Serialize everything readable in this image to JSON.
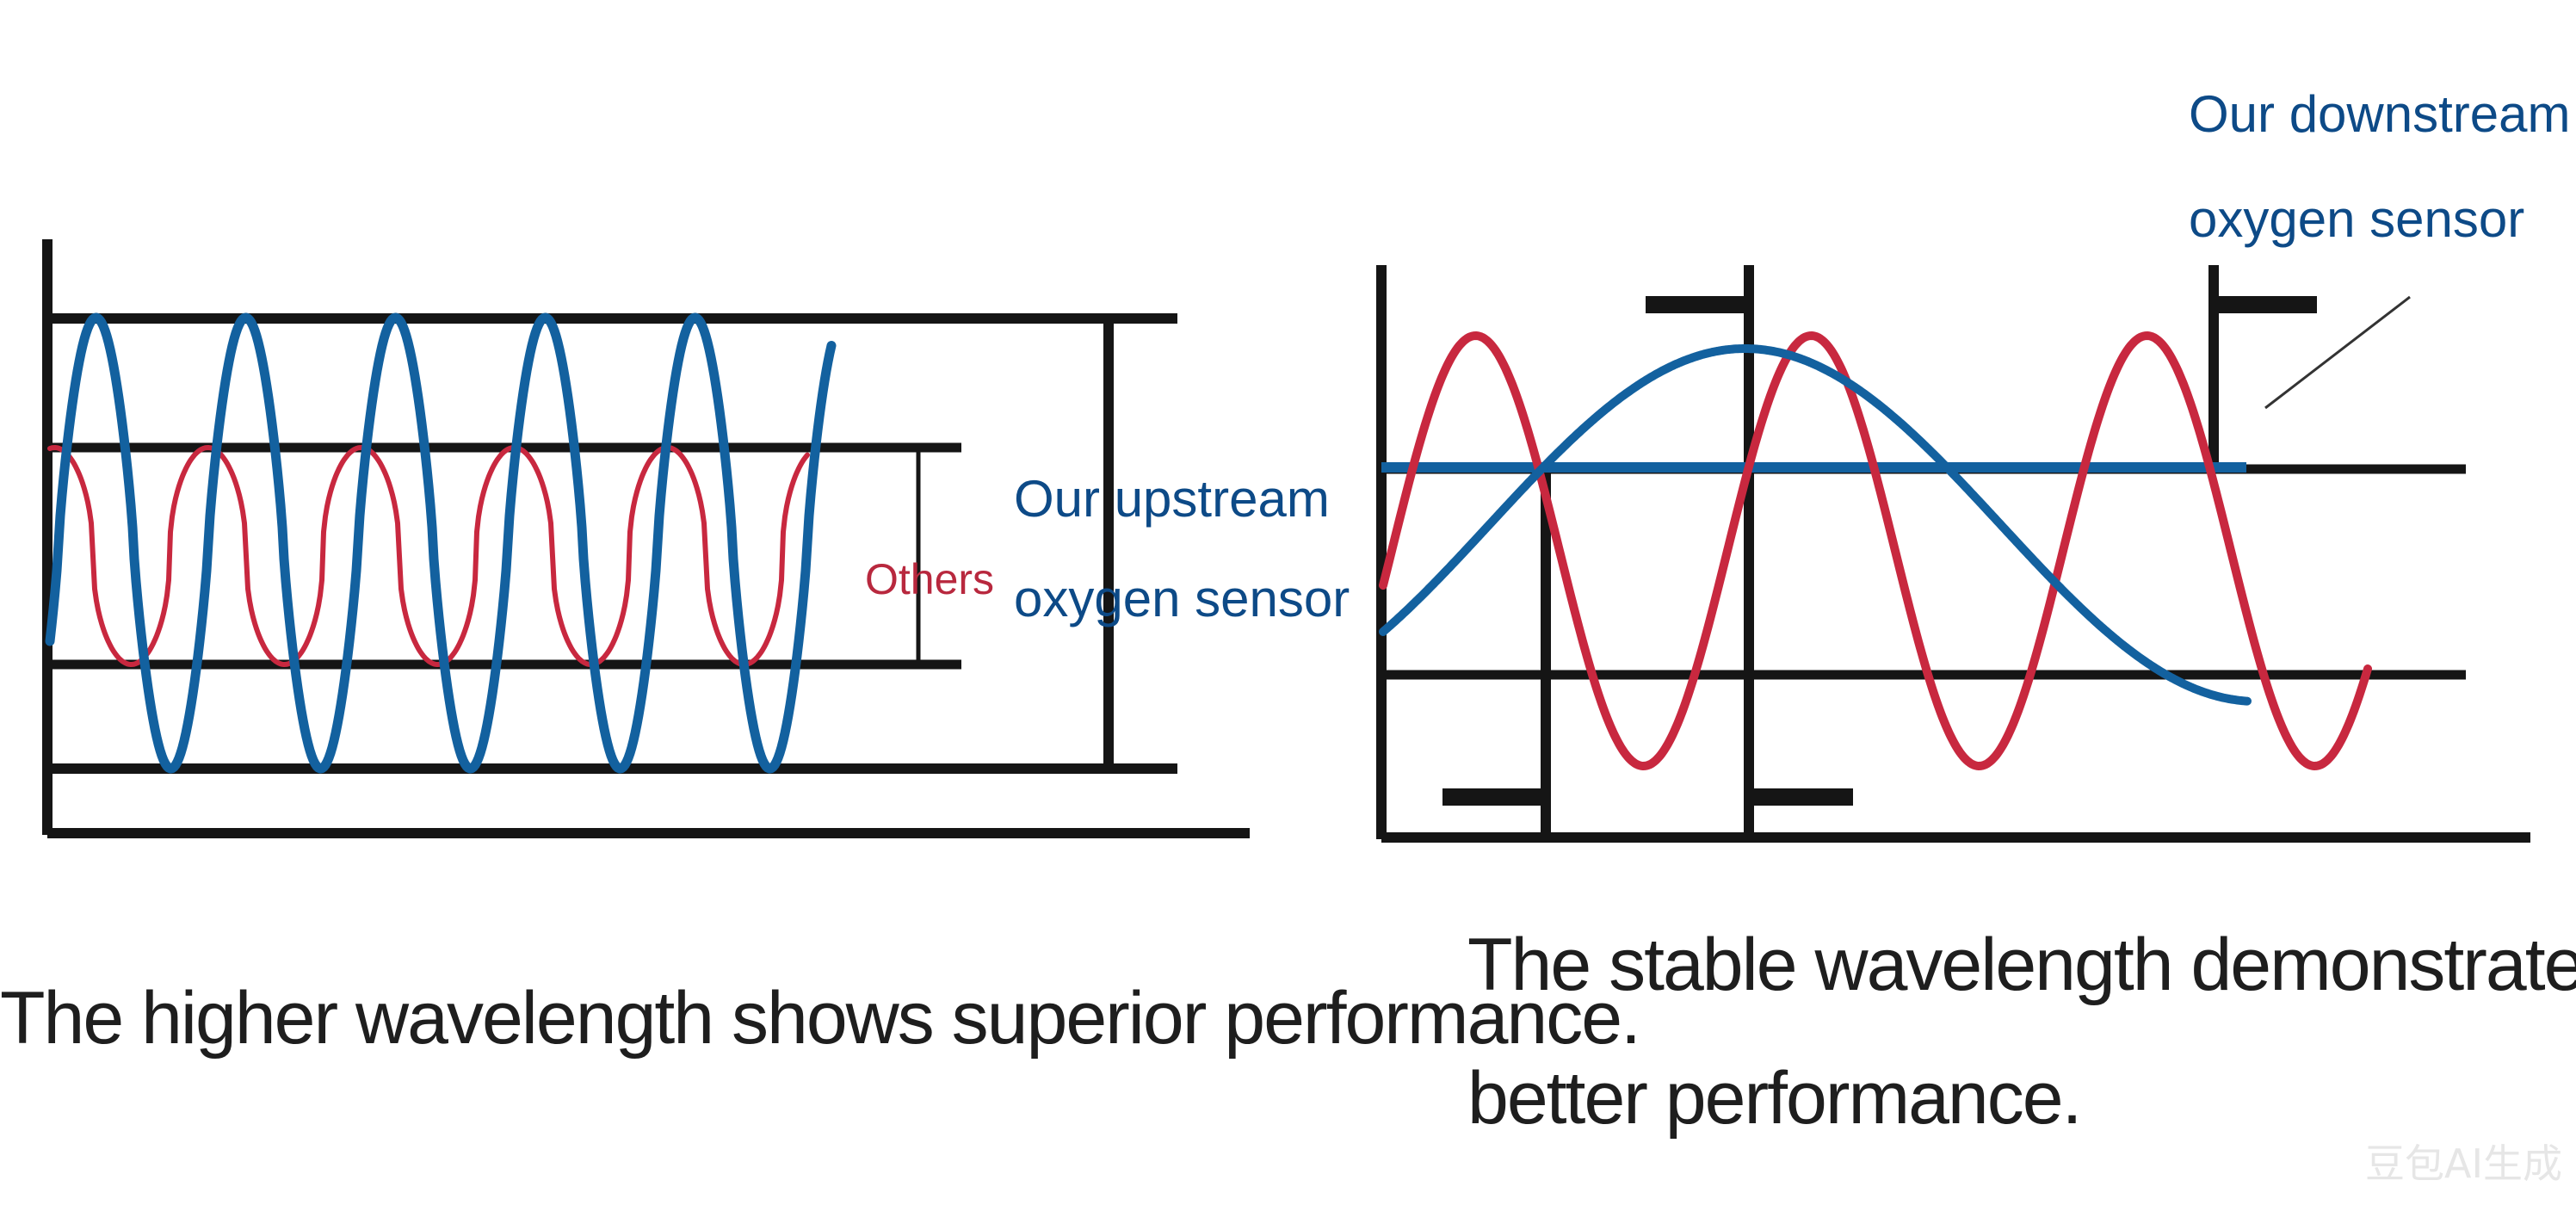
{
  "colors": {
    "frame": "#151515",
    "blue_wave": "#13619f",
    "red_wave": "#c8283f",
    "label_blue": "#0d4a87",
    "label_red": "#b8283e",
    "caption": "#1e1e1e"
  },
  "left_panel": {
    "label_others": "Others",
    "label_upstream_line1": "Our upstream",
    "label_upstream_line2": "oxygen sensor",
    "caption": "The higher wavelength shows superior performance."
  },
  "right_panel": {
    "label_downstream_line1": "Our downstream",
    "label_downstream_line2": "oxygen sensor",
    "caption_line1": "The stable wavelength demonstrates",
    "caption_line2": "better performance."
  },
  "watermark": "豆包AI生成"
}
